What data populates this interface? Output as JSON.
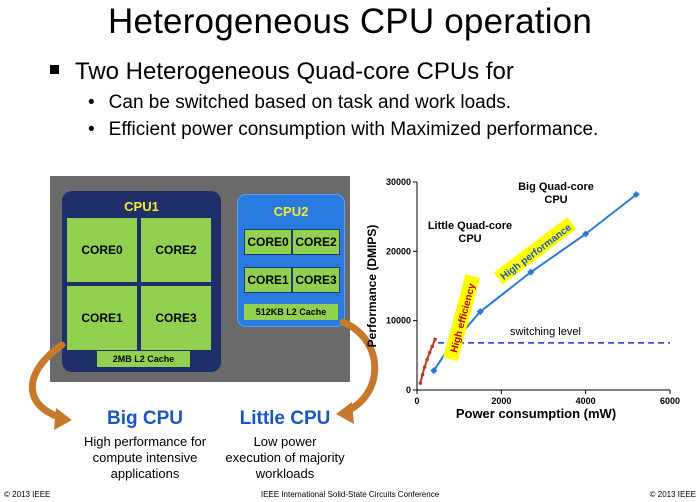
{
  "slide": {
    "title": "Heterogeneous CPU operation",
    "bullet_main": "Two Heterogeneous Quad-core CPUs for",
    "bullets_sub": [
      "Can be switched based on task and work loads.",
      "Efficient power consumption with Maximized performance."
    ],
    "bullet_glyph": "•"
  },
  "cpu1": {
    "label": "CPU1",
    "cores": [
      "CORE0",
      "CORE2",
      "CORE1",
      "CORE3"
    ],
    "cache": "2MB L2 Cache"
  },
  "cpu2": {
    "label": "CPU2",
    "cores": [
      "CORE0",
      "CORE2",
      "CORE1",
      "CORE3"
    ],
    "cache": "512KB L2 Cache"
  },
  "big": {
    "title": "Big CPU",
    "desc": [
      "High performance for",
      "compute intensive",
      "applications"
    ]
  },
  "little": {
    "title": "Little CPU",
    "desc": [
      "Low power",
      "execution of majority",
      "workloads"
    ]
  },
  "footer": {
    "left": "© 2013 IEEE",
    "center": "IEEE International Solid-State Circuits Conference",
    "right": "© 2013 IEEE"
  },
  "colors": {
    "accent_blue": "#1a56c6",
    "core_green": "#92d050",
    "cpu_label_yellow": "#f5e92a",
    "arrow_brown": "#c8782a",
    "big_line": "#2b7bd6",
    "little_line": "#c0392b",
    "switch_line": "#1f2fd0"
  },
  "chart_data": {
    "type": "line",
    "xlabel": "Power consumption (mW)",
    "ylabel": "Performance (DMIPS)",
    "xlim": [
      0,
      6000
    ],
    "ylim": [
      0,
      30000
    ],
    "xticks": [
      0,
      2000,
      4000,
      6000
    ],
    "yticks": [
      0,
      10000,
      20000,
      30000
    ],
    "series": [
      {
        "name": "Big Quad-core CPU",
        "x": [
          400,
          750,
          1500,
          2700,
          4000,
          5200
        ],
        "y": [
          2800,
          6000,
          11300,
          17000,
          22500,
          28200
        ]
      },
      {
        "name": "Little Quad-core CPU",
        "x": [
          80,
          130,
          180,
          240,
          300,
          360,
          430
        ],
        "y": [
          1000,
          2200,
          3300,
          4400,
          5400,
          6300,
          7300
        ]
      }
    ],
    "threshold": {
      "label": "switching level",
      "y": 6800,
      "x_from": 500,
      "x_to": 6000
    },
    "annotations": [
      "High efficiency",
      "High performance"
    ]
  }
}
